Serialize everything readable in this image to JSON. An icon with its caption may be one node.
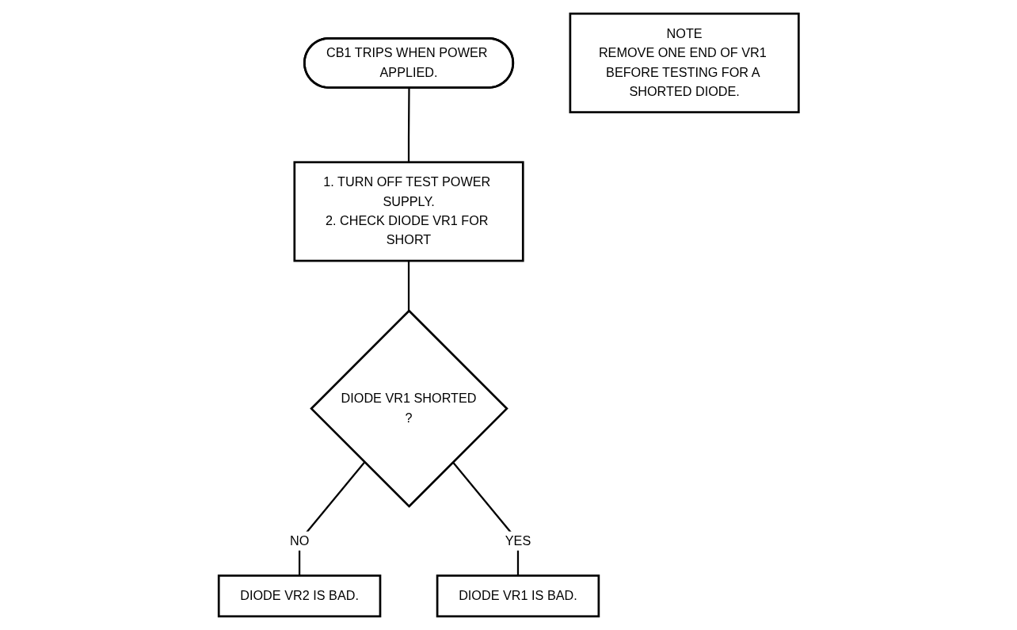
{
  "diagram": {
    "nodes": [
      {
        "text": [
          "CB1 TRIPS WHEN POWER APPLIED."
        ]
      },
      {
        "text": [
          "1. TURN OFF TEST POWER SUPPLY.",
          "2. CHECK DIODE VR1 FOR SHORT"
        ]
      },
      {
        "text": [
          "DIODE VR1 SHORTED",
          "?"
        ]
      },
      {
        "text": [
          "DIODE VR2 IS BAD."
        ]
      },
      {
        "text": [
          "DIODE VR1 IS BAD."
        ]
      },
      {
        "text": [
          "NOTE",
          "REMOVE ONE END OF VR1 BEFORE TESTING FOR A SHORTED DIODE."
        ]
      }
    ],
    "edges": [
      {
        "from": 0,
        "to": 1,
        "arrow": "none"
      },
      {
        "from": 1,
        "to": 2,
        "arrow": "none"
      },
      {
        "from": 2,
        "to": 3,
        "label": "NO",
        "arrow": "none"
      },
      {
        "from": 2,
        "to": 4,
        "label": "YES",
        "arrow": "none"
      }
    ]
  }
}
